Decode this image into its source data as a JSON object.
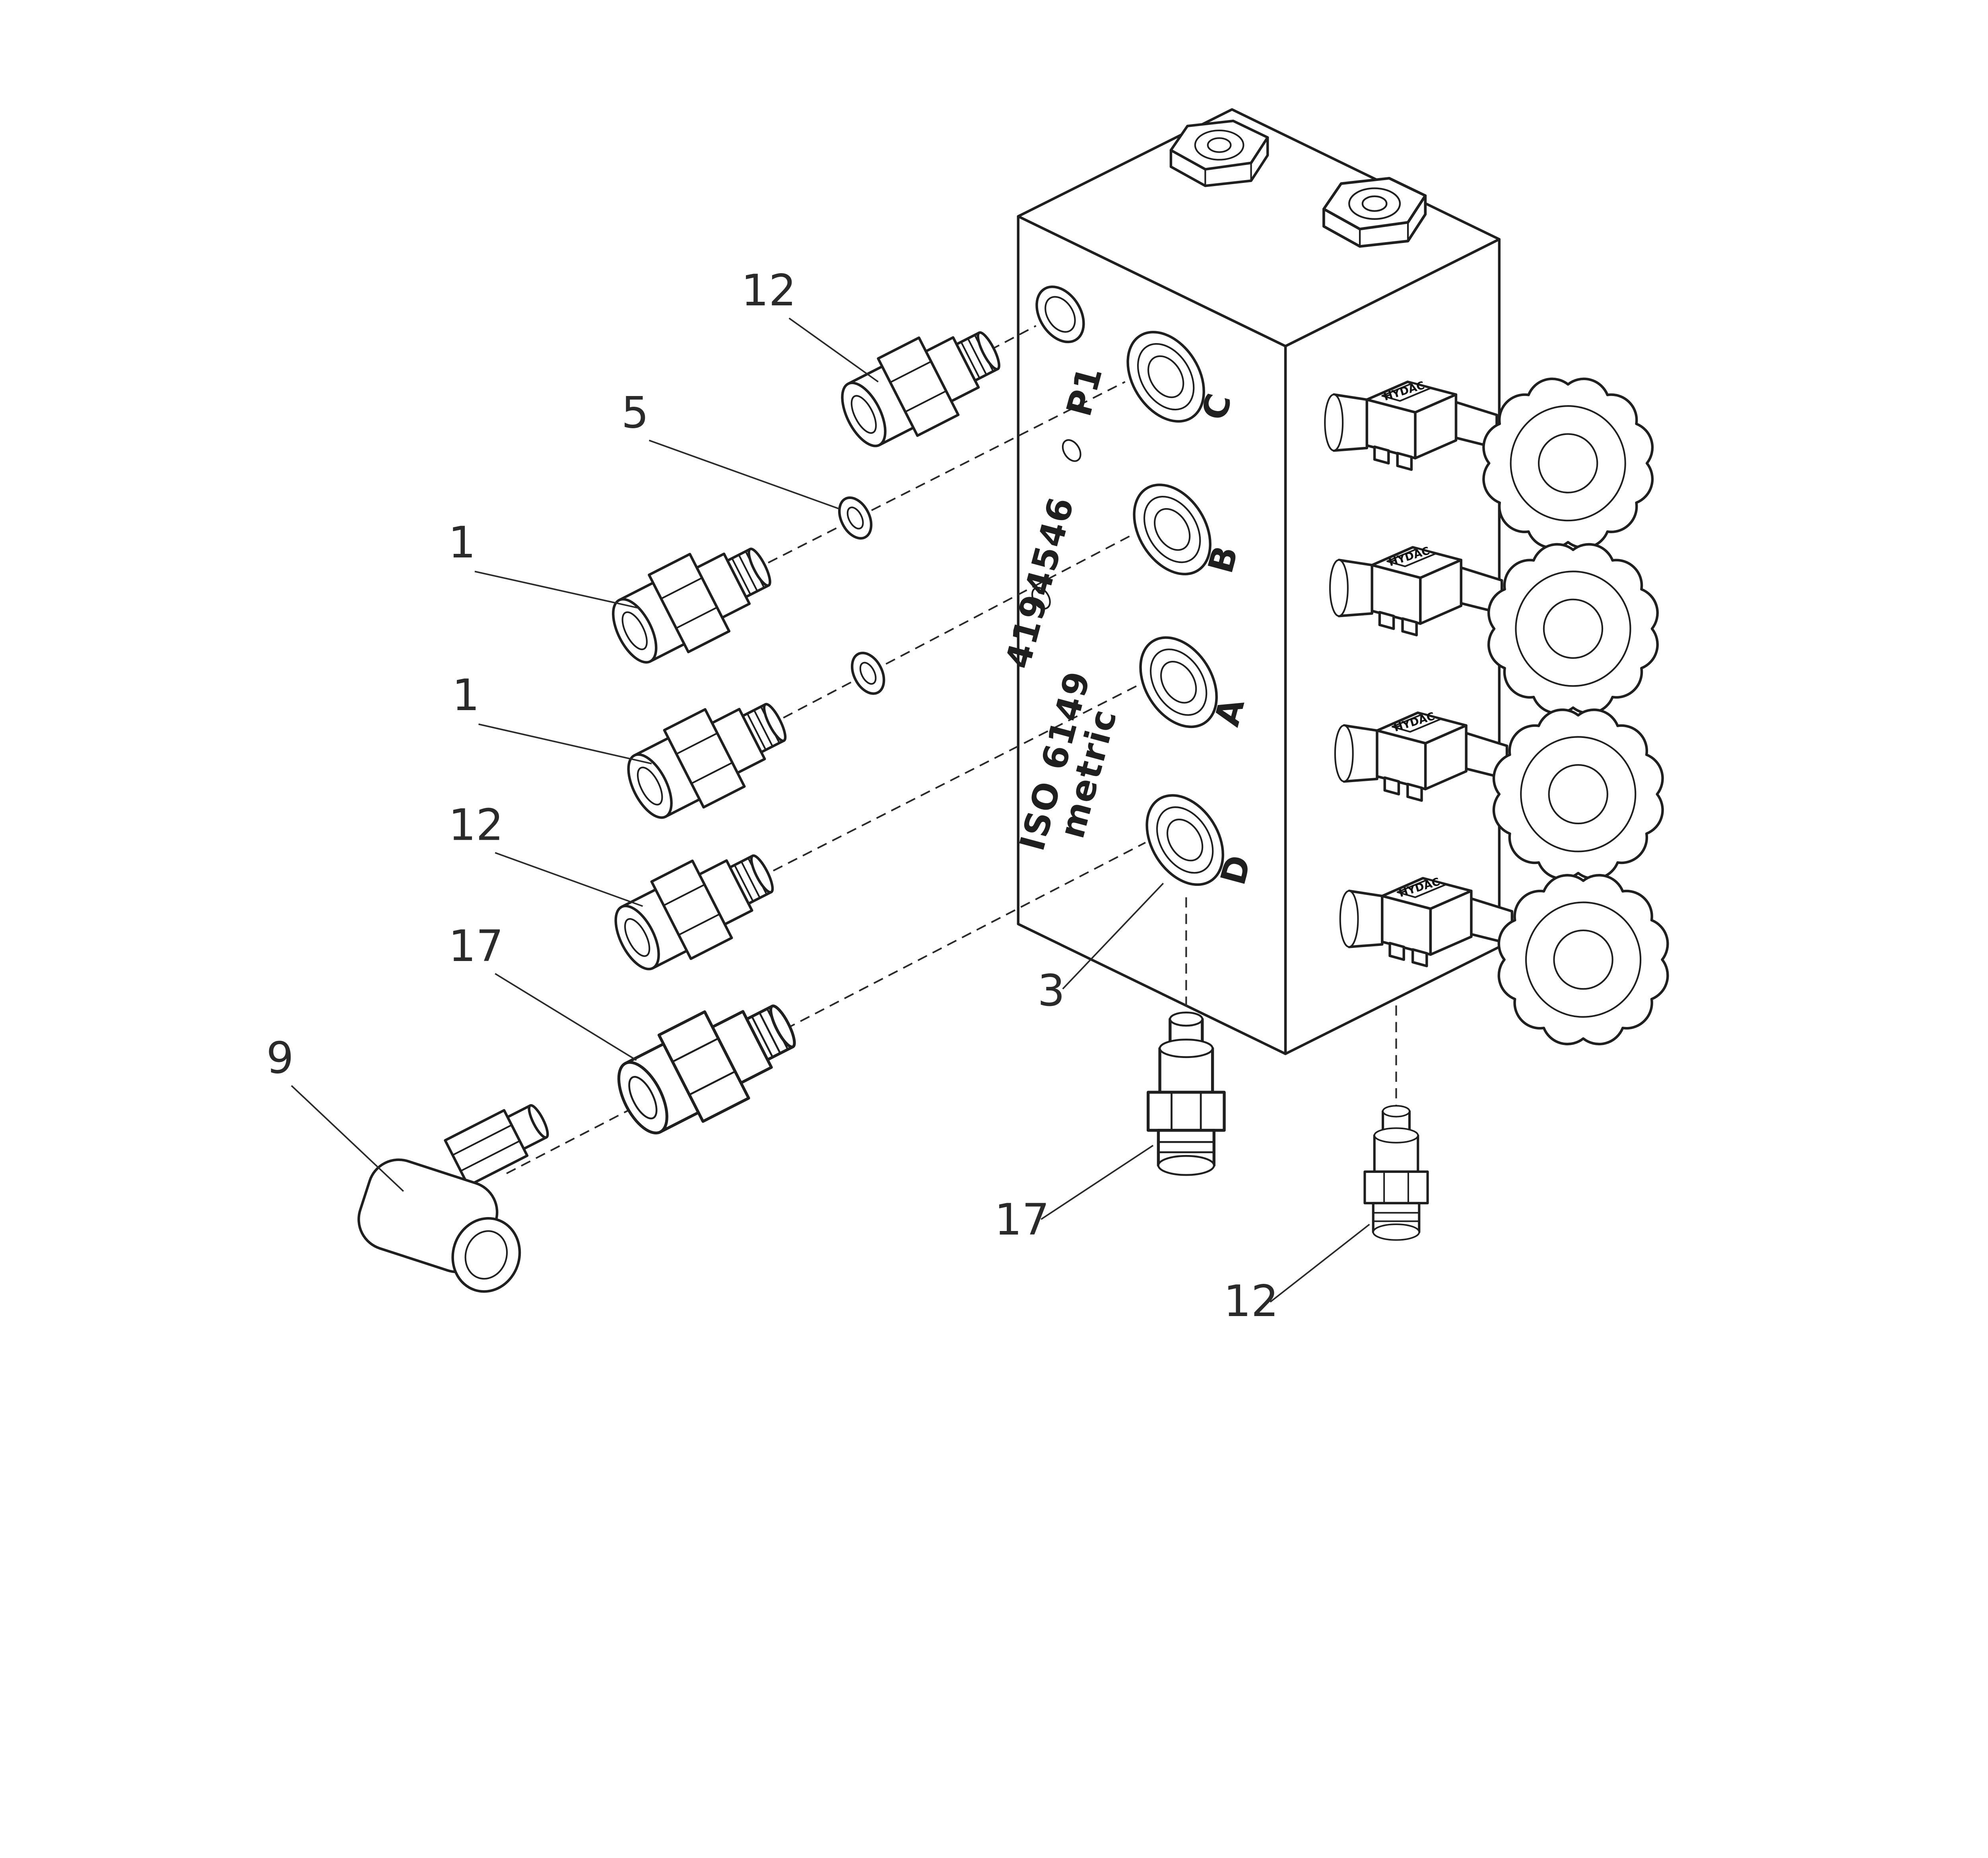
{
  "diagram": {
    "colors": {
      "background": "#ffffff",
      "line": "#1f1f1f"
    },
    "callouts": [
      {
        "label": "12",
        "target": "straight-fitting-p1"
      },
      {
        "label": "5",
        "target": "o-ring"
      },
      {
        "label": "1",
        "target": "straight-fitting-c"
      },
      {
        "label": "1",
        "target": "straight-fitting-b"
      },
      {
        "label": "12",
        "target": "straight-fitting-a"
      },
      {
        "label": "17",
        "target": "coupling-fitting-d"
      },
      {
        "label": "9",
        "target": "elbow-fitting"
      },
      {
        "label": "3",
        "target": "manifold-block"
      },
      {
        "label": "17",
        "target": "coupling-fitting-bottom"
      },
      {
        "label": "12",
        "target": "straight-fitting-bottom"
      }
    ],
    "block": {
      "part_number": "4194546",
      "standard": "ISO 6149",
      "unit": "metric",
      "ports": [
        "P1",
        "C",
        "B",
        "A",
        "D"
      ]
    },
    "cartridge_label": "HYDAC"
  }
}
